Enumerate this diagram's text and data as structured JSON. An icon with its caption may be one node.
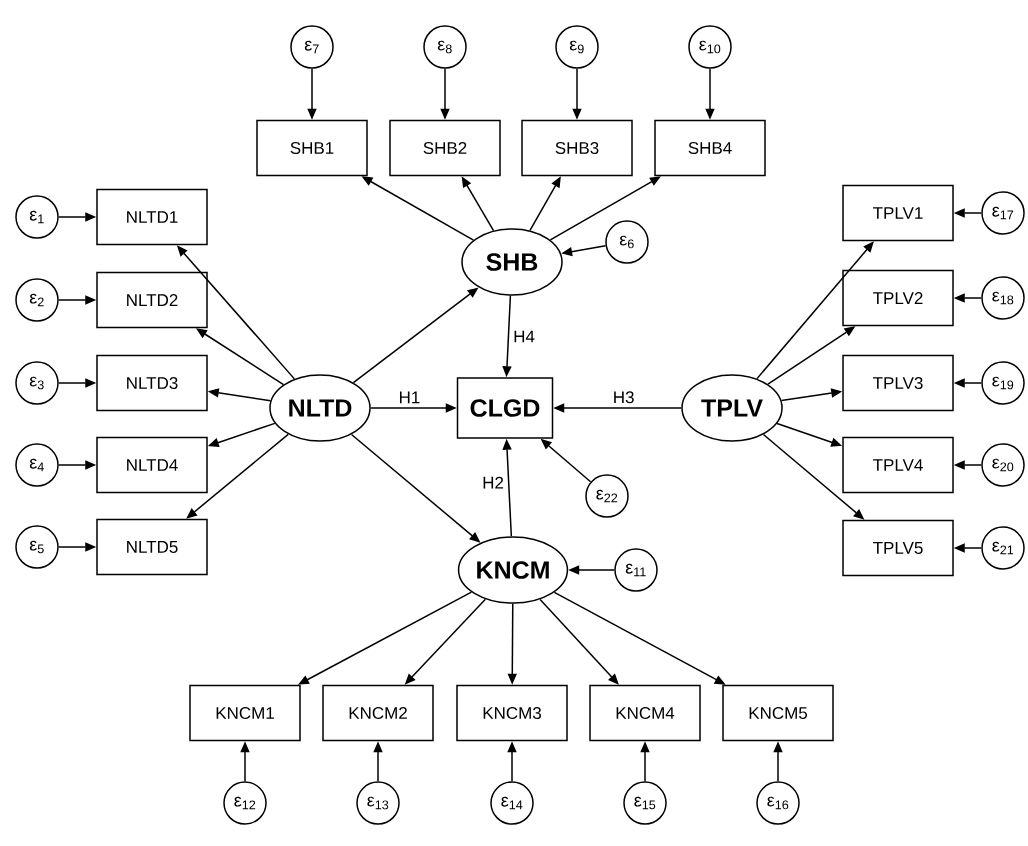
{
  "diagram": {
    "nodes": [
      {
        "text": [
          "ε$_{7}$"
        ]
      },
      {
        "text": [
          "ε$_{8}$"
        ]
      },
      {
        "text": [
          "ε$_{9}$"
        ]
      },
      {
        "text": [
          "ε$_{10}$"
        ]
      },
      {
        "text": [
          "SHB1"
        ]
      },
      {
        "text": [
          "SHB2"
        ]
      },
      {
        "text": [
          "SHB3"
        ]
      },
      {
        "text": [
          "SHB4"
        ]
      },
      {
        "text": [
          "NLTD1"
        ]
      },
      {
        "text": [
          "NLTD2"
        ]
      },
      {
        "text": [
          "NLTD3"
        ]
      },
      {
        "text": [
          "NLTD4"
        ]
      },
      {
        "text": [
          "NLTD5"
        ]
      },
      {
        "text": [
          "ε$_{1}$"
        ]
      },
      {
        "text": [
          "ε$_{2}$"
        ]
      },
      {
        "text": [
          "ε$_{3}$"
        ]
      },
      {
        "text": [
          "ε$_{4}$"
        ]
      },
      {
        "text": [
          "ε$_{5}$"
        ]
      },
      {
        "text": [
          "SHB"
        ]
      },
      {
        "text": [
          "ε$_{6}$"
        ]
      },
      {
        "text": [
          "NLTD"
        ]
      },
      {
        "text": [
          "CLGD"
        ]
      },
      {
        "text": [
          "TPLV"
        ]
      },
      {
        "text": [
          "KNCM"
        ]
      },
      {
        "text": [
          "ε$_{11}$"
        ]
      },
      {
        "text": [
          "ε$_{22}$"
        ]
      },
      {
        "text": [
          "TPLV1"
        ]
      },
      {
        "text": [
          "TPLV2"
        ]
      },
      {
        "text": [
          "TPLV3"
        ]
      },
      {
        "text": [
          "TPLV4"
        ]
      },
      {
        "text": [
          "TPLV5"
        ]
      },
      {
        "text": [
          "ε$_{17}$"
        ]
      },
      {
        "text": [
          "ε$_{18}$"
        ]
      },
      {
        "text": [
          "ε$_{19}$"
        ]
      },
      {
        "text": [
          "ε$_{20}$"
        ]
      },
      {
        "text": [
          "ε$_{21}$"
        ]
      },
      {
        "text": [
          "KNCM1"
        ]
      },
      {
        "text": [
          "KNCM2"
        ]
      },
      {
        "text": [
          "KNCM3"
        ]
      },
      {
        "text": [
          "KNCM4"
        ]
      },
      {
        "text": [
          "KNCM5"
        ]
      },
      {
        "text": [
          "ε$_{12}$"
        ]
      },
      {
        "text": [
          "ε$_{13}$"
        ]
      },
      {
        "text": [
          "ε$_{14}$"
        ]
      },
      {
        "text": [
          "ε$_{15}$"
        ]
      },
      {
        "text": [
          "ε$_{16}$"
        ]
      }
    ],
    "edges": [
      {
        "from": 20,
        "to": 8,
        "arrow": "to"
      },
      {
        "from": 20,
        "to": 9,
        "arrow": "to"
      },
      {
        "from": 20,
        "to": 10,
        "arrow": "to"
      },
      {
        "from": 20,
        "to": 11,
        "arrow": "to"
      },
      {
        "from": 20,
        "to": 12,
        "arrow": "to"
      },
      {
        "from": 13,
        "to": 8,
        "arrow": "to"
      },
      {
        "from": 14,
        "to": 9,
        "arrow": "to"
      },
      {
        "from": 15,
        "to": 10,
        "arrow": "to"
      },
      {
        "from": 16,
        "to": 11,
        "arrow": "to"
      },
      {
        "from": 17,
        "to": 12,
        "arrow": "to"
      },
      {
        "from": 18,
        "to": 4,
        "arrow": "to"
      },
      {
        "from": 18,
        "to": 5,
        "arrow": "to"
      },
      {
        "from": 18,
        "to": 6,
        "arrow": "to"
      },
      {
        "from": 18,
        "to": 7,
        "arrow": "to"
      },
      {
        "from": 0,
        "to": 4,
        "arrow": "to"
      },
      {
        "from": 1,
        "to": 5,
        "arrow": "to"
      },
      {
        "from": 2,
        "to": 6,
        "arrow": "to"
      },
      {
        "from": 3,
        "to": 7,
        "arrow": "to"
      },
      {
        "from": 19,
        "to": 18,
        "arrow": "to"
      },
      {
        "from": 20,
        "to": 18,
        "arrow": "to"
      },
      {
        "from": 20,
        "to": 21,
        "arrow": "to",
        "label": "H1"
      },
      {
        "from": 18,
        "to": 21,
        "arrow": "to",
        "label": "H4"
      },
      {
        "from": 22,
        "to": 21,
        "arrow": "to",
        "label": "H3"
      },
      {
        "from": 23,
        "to": 21,
        "arrow": "to",
        "label": "H2"
      },
      {
        "from": 25,
        "to": 21,
        "arrow": "to"
      },
      {
        "from": 20,
        "to": 23,
        "arrow": "to"
      },
      {
        "from": 24,
        "to": 23,
        "arrow": "to"
      },
      {
        "from": 22,
        "to": 26,
        "arrow": "to"
      },
      {
        "from": 22,
        "to": 27,
        "arrow": "to"
      },
      {
        "from": 22,
        "to": 28,
        "arrow": "to"
      },
      {
        "from": 22,
        "to": 29,
        "arrow": "to"
      },
      {
        "from": 22,
        "to": 30,
        "arrow": "to"
      },
      {
        "from": 31,
        "to": 26,
        "arrow": "to"
      },
      {
        "from": 32,
        "to": 27,
        "arrow": "to"
      },
      {
        "from": 33,
        "to": 28,
        "arrow": "to"
      },
      {
        "from": 34,
        "to": 29,
        "arrow": "to"
      },
      {
        "from": 35,
        "to": 30,
        "arrow": "to"
      },
      {
        "from": 23,
        "to": 36,
        "arrow": "to"
      },
      {
        "from": 23,
        "to": 37,
        "arrow": "to"
      },
      {
        "from": 23,
        "to": 38,
        "arrow": "to"
      },
      {
        "from": 23,
        "to": 39,
        "arrow": "to"
      },
      {
        "from": 23,
        "to": 40,
        "arrow": "to"
      },
      {
        "from": 41,
        "to": 36,
        "arrow": "to"
      },
      {
        "from": 42,
        "to": 37,
        "arrow": "to"
      },
      {
        "from": 43,
        "to": 38,
        "arrow": "to"
      },
      {
        "from": 44,
        "to": 39,
        "arrow": "to"
      },
      {
        "from": 45,
        "to": 40,
        "arrow": "to"
      }
    ]
  }
}
